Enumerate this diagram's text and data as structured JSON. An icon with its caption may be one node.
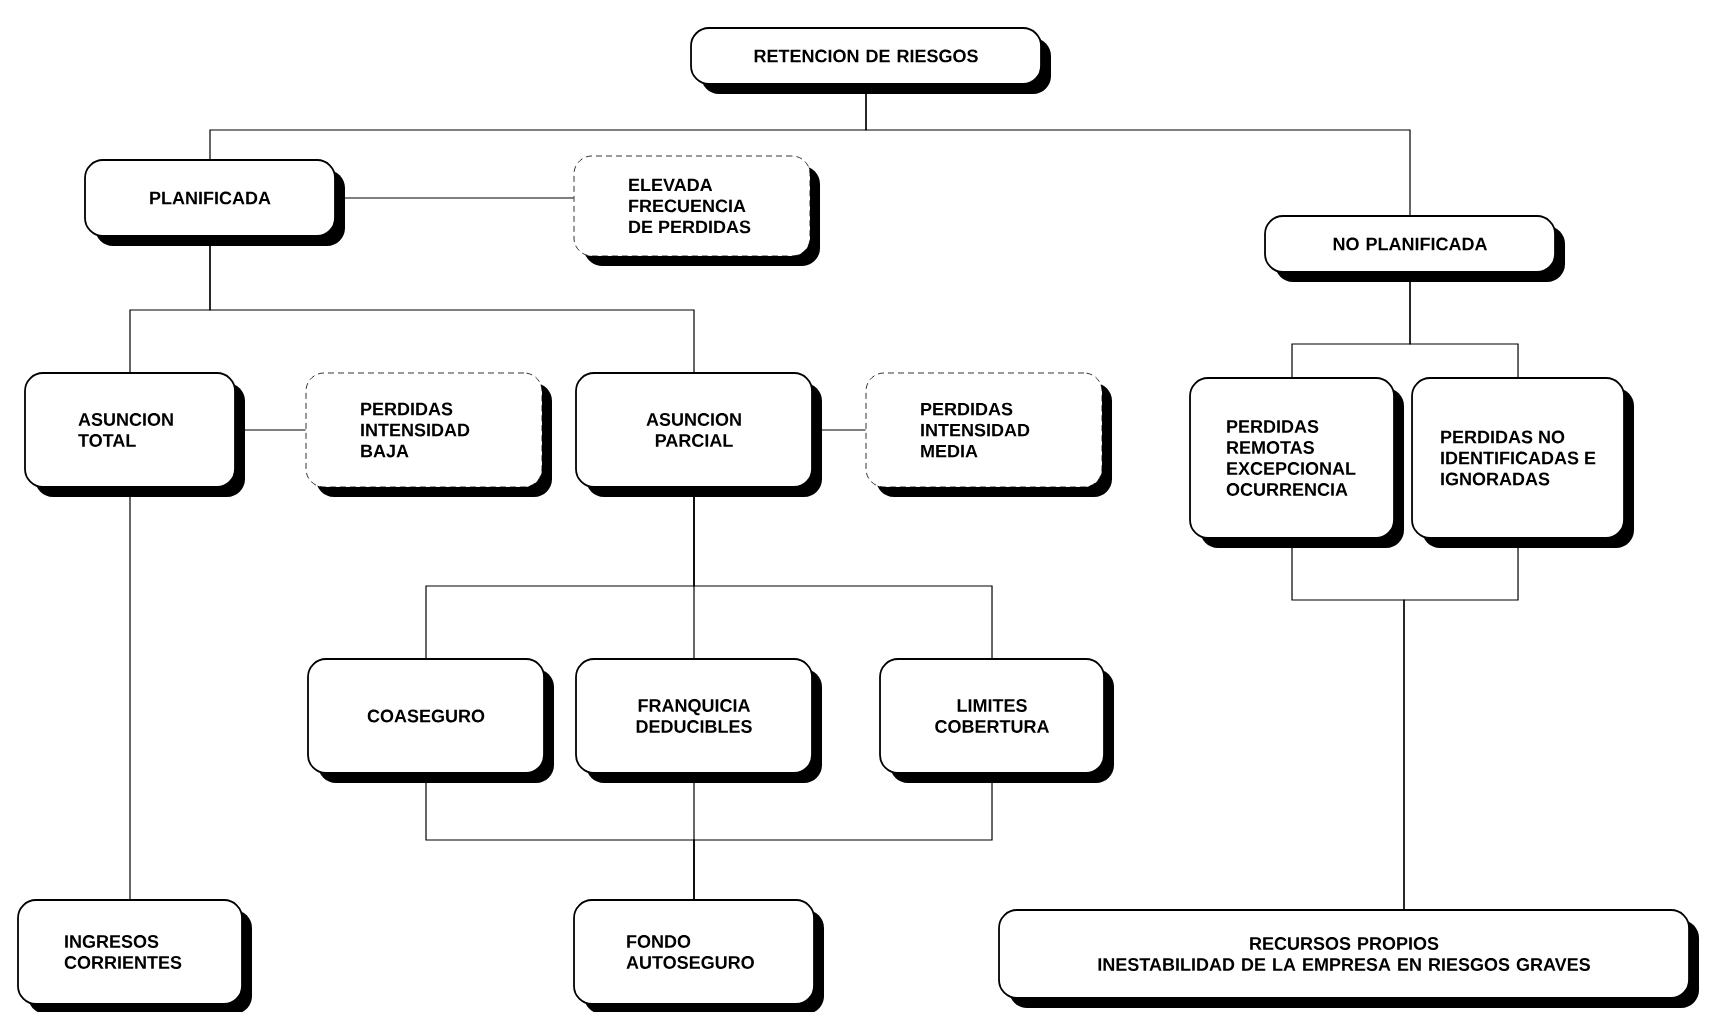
{
  "diagram": {
    "nodes": [
      {
        "text": [
          "RETENCION DE RIESGOS"
        ]
      },
      {
        "text": [
          "PLANIFICADA"
        ]
      },
      {
        "text": [
          "ELEVADA FRECUENCIA DE PERDIDAS"
        ]
      },
      {
        "text": [
          "NO PLANIFICADA"
        ]
      },
      {
        "text": [
          "ASUNCION TOTAL"
        ]
      },
      {
        "text": [
          "PERDIDAS INTENSIDAD BAJA"
        ]
      },
      {
        "text": [
          "ASUNCION PARCIAL"
        ]
      },
      {
        "text": [
          "PERDIDAS INTENSIDAD MEDIA"
        ]
      },
      {
        "text": [
          "PERDIDAS REMOTAS EXCEPCIONAL OCURRENCIA"
        ]
      },
      {
        "text": [
          "PERDIDAS NO IDENTIFICADAS E IGNORADAS"
        ]
      },
      {
        "text": [
          "COASEGURO"
        ]
      },
      {
        "text": [
          "FRANQUICIA DEDUCIBLES"
        ]
      },
      {
        "text": [
          "LIMITES COBERTURA"
        ]
      },
      {
        "text": [
          "INGRESOS CORRIENTES"
        ]
      },
      {
        "text": [
          "FONDO AUTOSEGURO"
        ]
      },
      {
        "text": [
          "RECURSOS PROPIOS",
          "INESTABILIDAD DE LA EMPRESA EN RIESGOS GRAVES"
        ]
      }
    ],
    "edges": [
      {
        "from": 0,
        "to": 1,
        "arrow": "none"
      },
      {
        "from": 0,
        "to": 3,
        "arrow": "none"
      },
      {
        "from": 1,
        "to": 2,
        "arrow": "none"
      },
      {
        "from": 1,
        "to": 4,
        "arrow": "none"
      },
      {
        "from": 1,
        "to": 6,
        "arrow": "none"
      },
      {
        "from": 4,
        "to": 5,
        "arrow": "none"
      },
      {
        "from": 6,
        "to": 7,
        "arrow": "none"
      },
      {
        "from": 3,
        "to": 8,
        "arrow": "none"
      },
      {
        "from": 3,
        "to": 9,
        "arrow": "none"
      },
      {
        "from": 6,
        "to": 10,
        "arrow": "none"
      },
      {
        "from": 6,
        "to": 11,
        "arrow": "none"
      },
      {
        "from": 6,
        "to": 12,
        "arrow": "none"
      },
      {
        "from": 4,
        "to": 13,
        "arrow": "none"
      },
      {
        "from": 10,
        "to": 14,
        "arrow": "none"
      },
      {
        "from": 11,
        "to": 14,
        "arrow": "none"
      },
      {
        "from": 12,
        "to": 14,
        "arrow": "none"
      },
      {
        "from": 8,
        "to": 15,
        "arrow": "none"
      },
      {
        "from": 9,
        "to": 15,
        "arrow": "none"
      }
    ]
  }
}
